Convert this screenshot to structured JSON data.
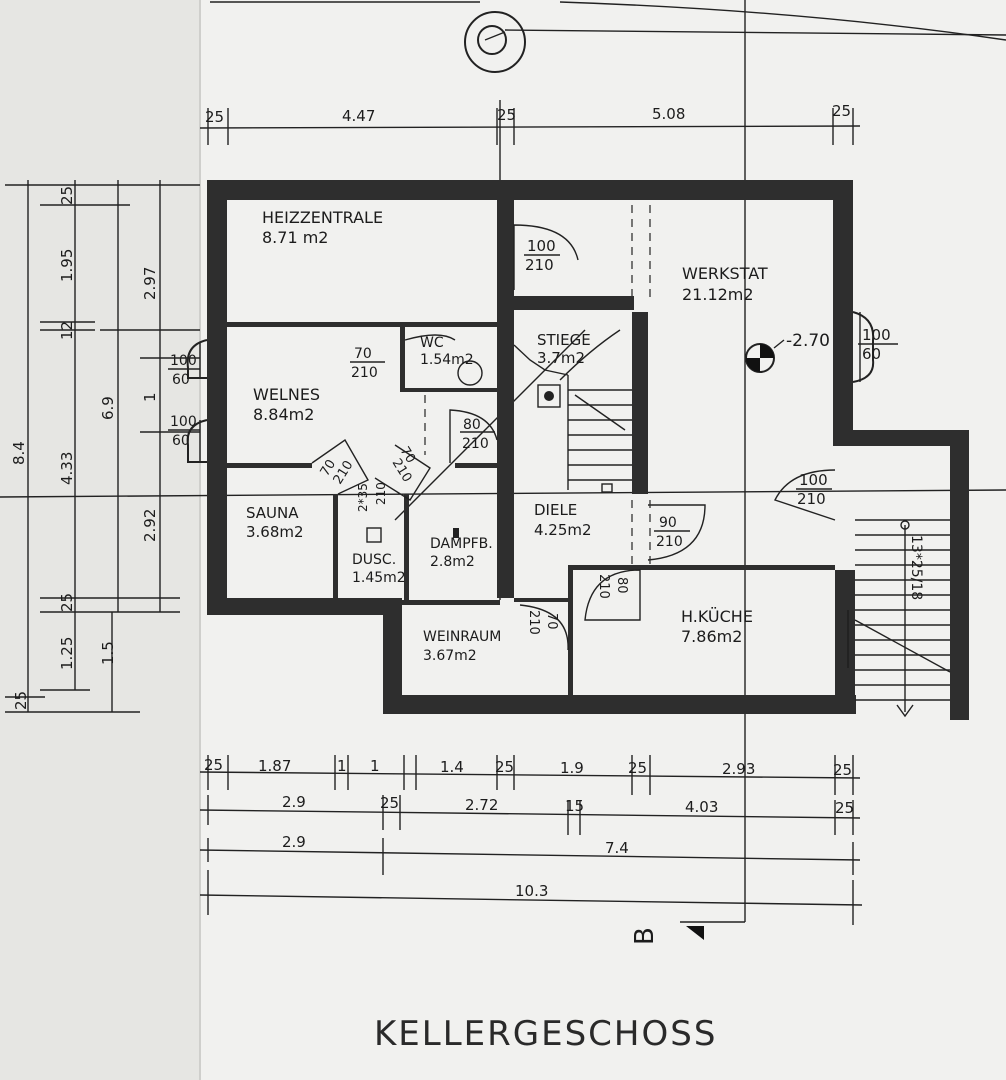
{
  "title": "KELLERGESCHOSS",
  "section_marker": "B",
  "level_marker": "-2.70",
  "rooms": [
    {
      "name": "HEIZZENTRALE",
      "area": "8.71  m2"
    },
    {
      "name": "WERKSTAT",
      "area": "21.12m2"
    },
    {
      "name": "WC",
      "area": "1.54m2"
    },
    {
      "name": "STIEGE",
      "area": "3.7m2"
    },
    {
      "name": "WELNES",
      "area": "8.84m2"
    },
    {
      "name": "SAUNA",
      "area": "3.68m2"
    },
    {
      "name": "DUSC.",
      "area": "1.45m2"
    },
    {
      "name": "DAMPFB.",
      "area": "2.8m2"
    },
    {
      "name": "DIELE",
      "area": "4.25m2"
    },
    {
      "name": "H.KÜCHE",
      "area": "7.86m2"
    },
    {
      "name": "WEINRAUM",
      "area": "3.67m2"
    }
  ],
  "openings": [
    {
      "top": "100",
      "bottom": "210"
    },
    {
      "top": "70",
      "bottom": "210"
    },
    {
      "top": "80",
      "bottom": "210"
    },
    {
      "top": "70",
      "bottom": "210"
    },
    {
      "top": "70",
      "bottom": "210"
    },
    {
      "top": "2*35",
      "bottom": "210"
    },
    {
      "top": "90",
      "bottom": "210"
    },
    {
      "top": "80",
      "bottom": "210"
    },
    {
      "top": "70",
      "bottom": "210"
    },
    {
      "top": "100",
      "bottom": "210"
    },
    {
      "top": "100",
      "bottom": "60"
    },
    {
      "top": "100",
      "bottom": "60"
    },
    {
      "top": "100",
      "bottom": "60"
    }
  ],
  "stair_note": "13*25/18",
  "dims_top": [
    "25",
    "4.47",
    "25",
    "5.08",
    "25"
  ],
  "dims_bottom_row1": [
    "25",
    "1.87",
    "1",
    "1",
    "1.4",
    "25",
    "1.9",
    "25",
    "2.93",
    "25"
  ],
  "dims_bottom_row2": [
    "2.9",
    "25",
    "2.72",
    "15",
    "4.03",
    "25"
  ],
  "dims_bottom_row3": [
    "2.9",
    "7.4"
  ],
  "dims_bottom_row4": [
    "10.3"
  ],
  "dims_left_inner": [
    "25",
    "1.95",
    "12",
    "2.97",
    "1",
    "4.33",
    "2.92",
    "25",
    "1.25",
    "1.5",
    "25"
  ],
  "dims_left_outer": [
    "8.4",
    "6.9"
  ]
}
